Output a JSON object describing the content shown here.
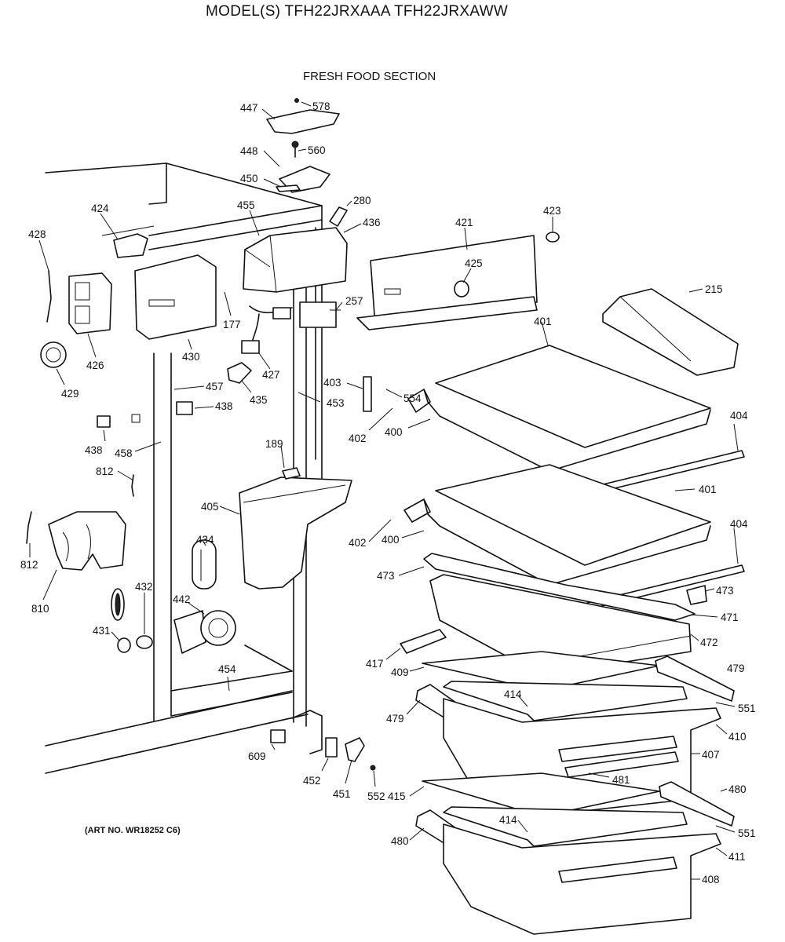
{
  "header": {
    "model_title": "MODEL(S) TFH22JRXAAA  TFH22JRXAWW",
    "section_title": "FRESH FOOD SECTION",
    "art_number": "(ART NO. WR18252 C6)"
  },
  "callouts": [
    {
      "id": "c578",
      "text": "578"
    },
    {
      "id": "c447",
      "text": "447"
    },
    {
      "id": "c560",
      "text": "560"
    },
    {
      "id": "c448",
      "text": "448"
    },
    {
      "id": "c450",
      "text": "450"
    },
    {
      "id": "c280",
      "text": "280"
    },
    {
      "id": "c455",
      "text": "455"
    },
    {
      "id": "c436",
      "text": "436"
    },
    {
      "id": "c424",
      "text": "424"
    },
    {
      "id": "c428",
      "text": "428"
    },
    {
      "id": "c421",
      "text": "421"
    },
    {
      "id": "c423",
      "text": "423"
    },
    {
      "id": "c425",
      "text": "425"
    },
    {
      "id": "c257",
      "text": "257"
    },
    {
      "id": "c215",
      "text": "215"
    },
    {
      "id": "c426",
      "text": "426"
    },
    {
      "id": "c430",
      "text": "430"
    },
    {
      "id": "c177",
      "text": "177"
    },
    {
      "id": "c429",
      "text": "429"
    },
    {
      "id": "c427",
      "text": "427"
    },
    {
      "id": "c401a",
      "text": "401"
    },
    {
      "id": "c457",
      "text": "457"
    },
    {
      "id": "c435",
      "text": "435"
    },
    {
      "id": "c403",
      "text": "403"
    },
    {
      "id": "c554",
      "text": "554"
    },
    {
      "id": "c438a",
      "text": "438"
    },
    {
      "id": "c453",
      "text": "453"
    },
    {
      "id": "c404a",
      "text": "404"
    },
    {
      "id": "c402a",
      "text": "402"
    },
    {
      "id": "c400a",
      "text": "400"
    },
    {
      "id": "c438b",
      "text": "438"
    },
    {
      "id": "c458",
      "text": "458"
    },
    {
      "id": "c189",
      "text": "189"
    },
    {
      "id": "c812a",
      "text": "812"
    },
    {
      "id": "c401b",
      "text": "401"
    },
    {
      "id": "c405",
      "text": "405"
    },
    {
      "id": "c404b",
      "text": "404"
    },
    {
      "id": "c434",
      "text": "434"
    },
    {
      "id": "c402b",
      "text": "402"
    },
    {
      "id": "c400b",
      "text": "400"
    },
    {
      "id": "c812b",
      "text": "812"
    },
    {
      "id": "c473a",
      "text": "473"
    },
    {
      "id": "c432",
      "text": "432"
    },
    {
      "id": "c473b",
      "text": "473"
    },
    {
      "id": "c810",
      "text": "810"
    },
    {
      "id": "c442",
      "text": "442"
    },
    {
      "id": "c471",
      "text": "471"
    },
    {
      "id": "c431",
      "text": "431"
    },
    {
      "id": "c472",
      "text": "472"
    },
    {
      "id": "c417",
      "text": "417"
    },
    {
      "id": "c454",
      "text": "454"
    },
    {
      "id": "c409",
      "text": "409"
    },
    {
      "id": "c479a",
      "text": "479"
    },
    {
      "id": "c414a",
      "text": "414"
    },
    {
      "id": "c551a",
      "text": "551"
    },
    {
      "id": "c479b",
      "text": "479"
    },
    {
      "id": "c410",
      "text": "410"
    },
    {
      "id": "c407",
      "text": "407"
    },
    {
      "id": "c609",
      "text": "609"
    },
    {
      "id": "c481",
      "text": "481"
    },
    {
      "id": "c452",
      "text": "452"
    },
    {
      "id": "c480a",
      "text": "480"
    },
    {
      "id": "c451",
      "text": "451"
    },
    {
      "id": "c552",
      "text": "552"
    },
    {
      "id": "c415",
      "text": "415"
    },
    {
      "id": "c414b",
      "text": "414"
    },
    {
      "id": "c551b",
      "text": "551"
    },
    {
      "id": "c480b",
      "text": "480"
    },
    {
      "id": "c411",
      "text": "411"
    },
    {
      "id": "c408",
      "text": "408"
    }
  ]
}
